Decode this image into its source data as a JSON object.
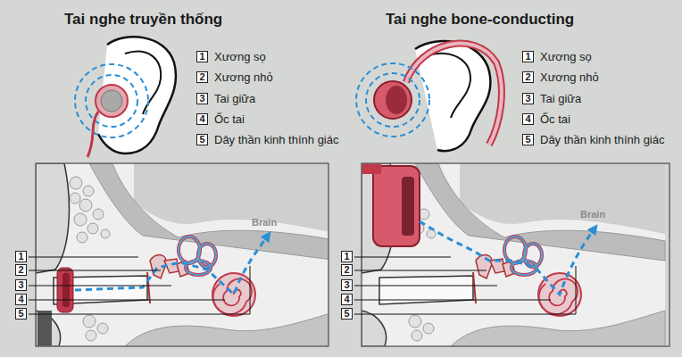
{
  "diagram": {
    "labels": [
      "Tai nghe truyền thống",
      "Tai nghe bone-conducting",
      "1",
      "Xương sọ",
      "2",
      "Xương nhỏ",
      "3",
      "Tai giữa",
      "4",
      "Ốc tai",
      "5",
      "Dây thần kinh thính giác",
      "1",
      "Xương sọ",
      "2",
      "Xương nhỏ",
      "3",
      "Tai giữa",
      "4",
      "Ốc tai",
      "5",
      "Dây thần kinh thính giác",
      "1",
      "2",
      "3",
      "4",
      "5",
      "Brain",
      "1",
      "2",
      "3",
      "4",
      "5",
      "Brain"
    ]
  }
}
